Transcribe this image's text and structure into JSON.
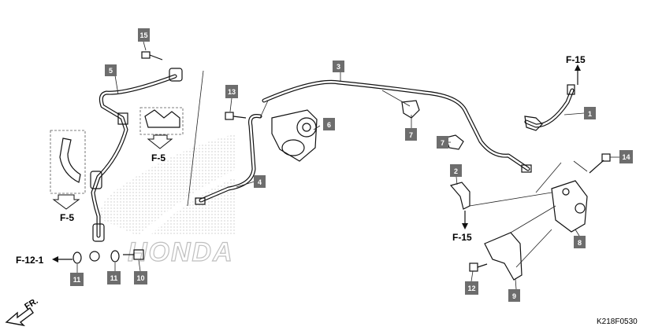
{
  "diagram": {
    "code": "K218F0530",
    "direction_label": "FR.",
    "watermark": "HONDA",
    "callouts": [
      "1",
      "2",
      "3",
      "4",
      "5",
      "6",
      "7",
      "7",
      "8",
      "9",
      "10",
      "11",
      "11",
      "12",
      "13",
      "14",
      "15"
    ],
    "refs": [
      "F-15",
      "F-15",
      "F-5",
      "F-5",
      "F-12-1"
    ]
  }
}
